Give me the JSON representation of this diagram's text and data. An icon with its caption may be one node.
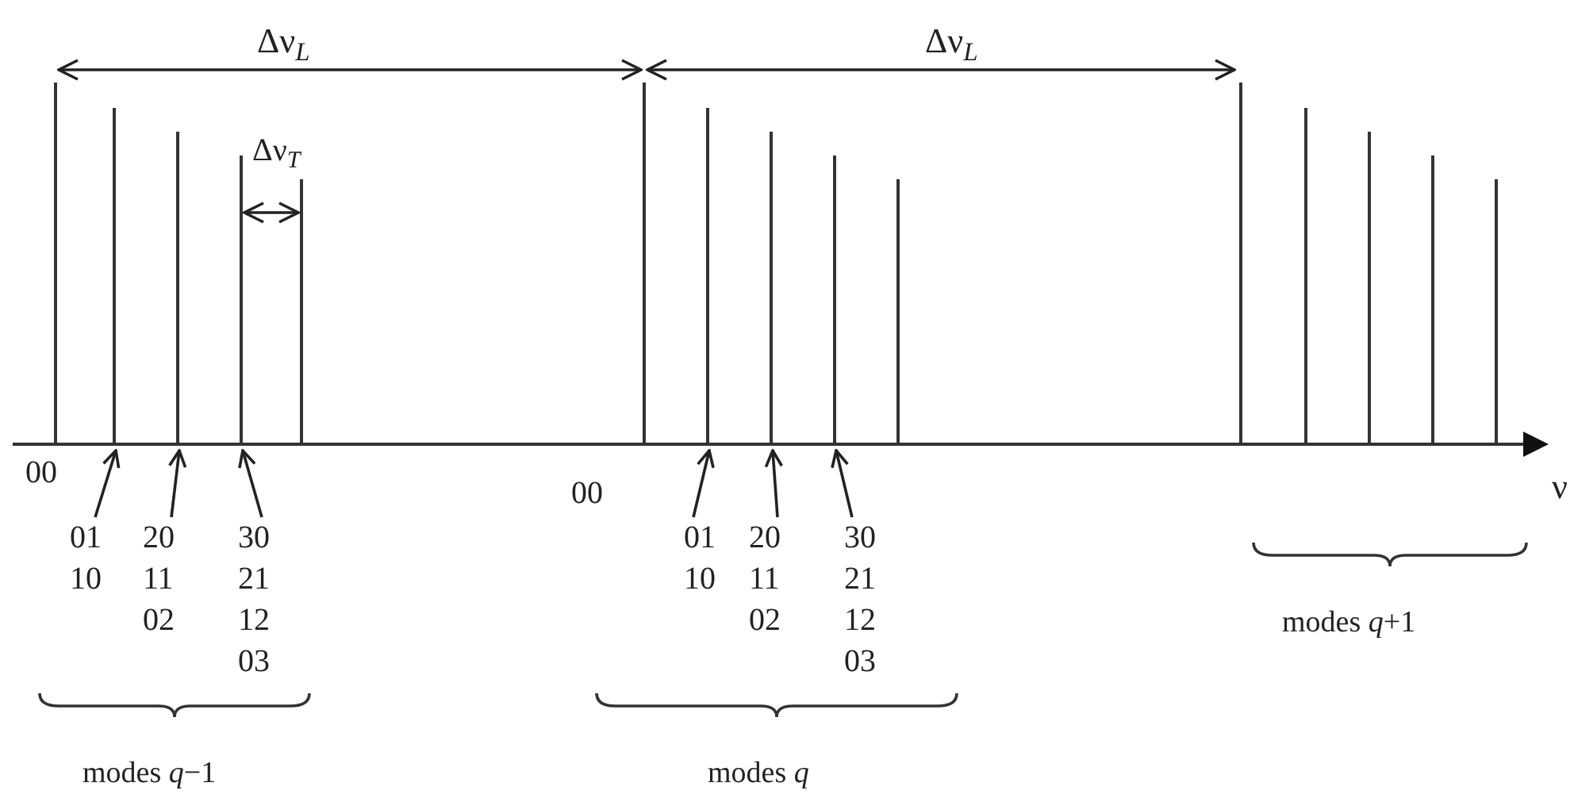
{
  "diagram": {
    "nodes": [
      {
        "text": [],
        "shape": "bar"
      },
      {
        "text": [],
        "shape": "bar"
      },
      {
        "text": [],
        "shape": "bar"
      },
      {
        "text": [],
        "shape": "bar"
      },
      {
        "text": [],
        "shape": "bar"
      },
      {
        "text": [],
        "shape": "bar"
      },
      {
        "text": [
          "01 10"
        ]
      },
      {
        "text": [
          "20 11 02"
        ]
      },
      {
        "text": [
          "30 21 12 03"
        ]
      },
      {
        "text": [
          "01 10"
        ]
      },
      {
        "text": [
          "20 11 02"
        ]
      },
      {
        "text": [
          "30 21 12 03"
        ]
      }
    ],
    "edges": [
      {
        "from": 6,
        "to": 0,
        "arrow": "to"
      },
      {
        "from": 7,
        "to": 1,
        "arrow": "to"
      },
      {
        "from": 8,
        "to": 2,
        "arrow": "to"
      },
      {
        "from": 9,
        "to": 3,
        "arrow": "to"
      },
      {
        "from": 10,
        "to": 4,
        "arrow": "to"
      },
      {
        "from": 11,
        "to": 5,
        "arrow": "to"
      }
    ],
    "labels": [
      "Δν$_{L}$",
      "Δν$_{L}$",
      "Δν$_{T}$",
      "00",
      "00",
      "ν",
      "modes *q*+1",
      "modes *q*−1",
      "modes *q*"
    ]
  }
}
